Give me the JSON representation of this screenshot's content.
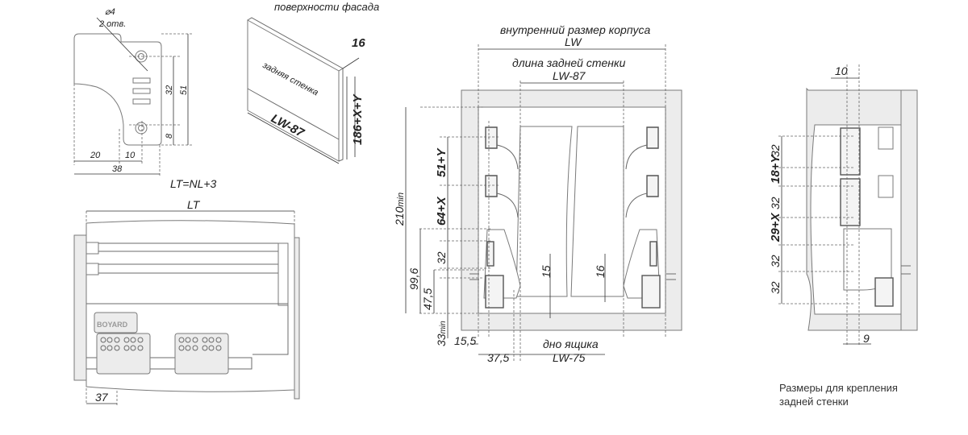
{
  "bracket_view": {
    "hole_diameter": "⌀4",
    "hole_count": "2 отв.",
    "dim_32": "32",
    "dim_51": "51",
    "dim_8": "8",
    "dim_20": "20",
    "dim_10": "10",
    "dim_38": "38",
    "formula": "LT=NL+3"
  },
  "back_wall_view": {
    "top_note": "поверхности фасада",
    "panel_label": "задняя стенка",
    "length": "LW-87",
    "thickness": "16",
    "height": "186+X+Y"
  },
  "drawer_side_view": {
    "length_label": "LT",
    "offset": "37",
    "brand": "BOYARD"
  },
  "front_view": {
    "inner_size_label": "внутренний размер корпуса",
    "inner_size": "LW",
    "back_wall_label": "длина задней стенки",
    "back_wall_length": "LW-87",
    "height_min": "210",
    "min_suffix": "min",
    "dim_99_6": "99,6",
    "dim_47_5": "47,5",
    "dim_51y": "51+Y",
    "dim_64x": "64+X",
    "dim_32": "32",
    "dim_33": "33",
    "dim_15": "15",
    "dim_16": "16",
    "dim_15_5": "15,5",
    "dim_37_5": "37,5",
    "bottom_label": "дно ящика",
    "bottom_length": "LW-75"
  },
  "mounting_view": {
    "dim_10": "10",
    "dims": [
      "32",
      "18+Y",
      "32",
      "29+X",
      "32",
      "32"
    ],
    "dim_9": "9",
    "caption_line1": "Размеры для крепления",
    "caption_line2": "задней стенки"
  }
}
